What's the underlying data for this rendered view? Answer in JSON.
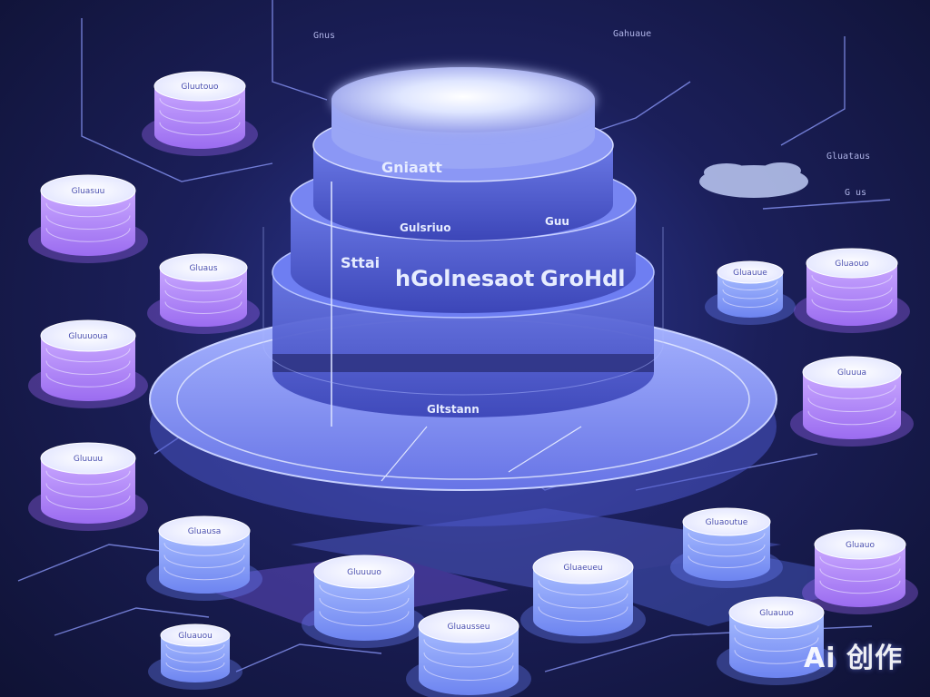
{
  "scene": {
    "watermark": "Ai 创作",
    "main_labels": [
      "Gniaatt",
      "Gulsriuo",
      "Guu",
      "Sttai",
      "hGolnesaot",
      "GroHdl",
      "Gltstann"
    ],
    "small_texts": [
      "Gnus",
      "Gahuaue",
      "Gluataus",
      "G us"
    ],
    "colors": {
      "background": "#12143a",
      "accent_blue": "#6f7dff",
      "accent_purple": "#b78cff",
      "glow": "#eaf0ff"
    }
  },
  "cylinders": [
    {
      "label": "Gluutouo",
      "tone": "purple"
    },
    {
      "label": "Gluasuu",
      "tone": "purple"
    },
    {
      "label": "Gluaus",
      "tone": "purple"
    },
    {
      "label": "Gluuuoua",
      "tone": "purple"
    },
    {
      "label": "Gluuuu",
      "tone": "purple"
    },
    {
      "label": "Gluausa",
      "tone": "purple"
    },
    {
      "label": "Gluuuuo",
      "tone": "blue"
    },
    {
      "label": "Gluaeueu",
      "tone": "blue"
    },
    {
      "label": "Gluausseu",
      "tone": "blue"
    },
    {
      "label": "Gluaoutue",
      "tone": "blue"
    },
    {
      "label": "Gluauue",
      "tone": "blue"
    },
    {
      "label": "Gluaouo",
      "tone": "blue"
    },
    {
      "label": "Gluuua",
      "tone": "blue"
    },
    {
      "label": "Gluauo",
      "tone": "purple"
    },
    {
      "label": "Gluauou",
      "tone": "purple"
    },
    {
      "label": "Gluauuo",
      "tone": "purple"
    }
  ]
}
